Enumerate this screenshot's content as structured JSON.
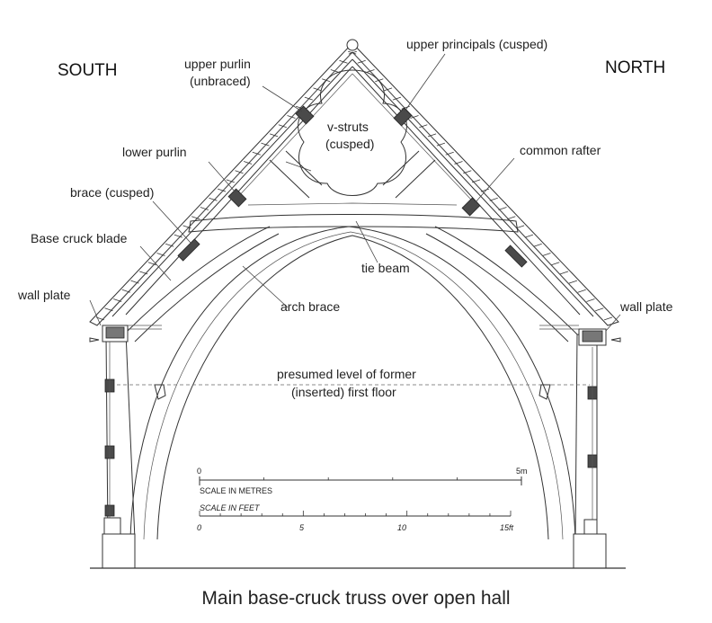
{
  "directions": {
    "south": "SOUTH",
    "north": "NORTH"
  },
  "labels": {
    "upper_purlin_1": "upper purlin",
    "upper_purlin_2": "(unbraced)",
    "upper_principals": "upper principals (cusped)",
    "v_struts_1": "v-struts",
    "v_struts_2": "(cusped)",
    "lower_purlin": "lower purlin",
    "common_rafter": "common rafter",
    "brace": "brace (cusped)",
    "base_cruck_blade": "Base cruck blade",
    "tie_beam": "tie beam",
    "wall_plate_left": "wall plate",
    "wall_plate_right": "wall plate",
    "arch_brace": "arch brace",
    "floor_level_1": "presumed level of former",
    "floor_level_2": "(inserted) first floor"
  },
  "scale_metres": {
    "start": "0",
    "end": "5m",
    "title": "SCALE IN METRES"
  },
  "scale_feet": {
    "title": "SCALE IN FEET",
    "ticks": [
      "0",
      "5",
      "10",
      "15ft"
    ]
  },
  "caption": "Main base-cruck truss over open hall"
}
